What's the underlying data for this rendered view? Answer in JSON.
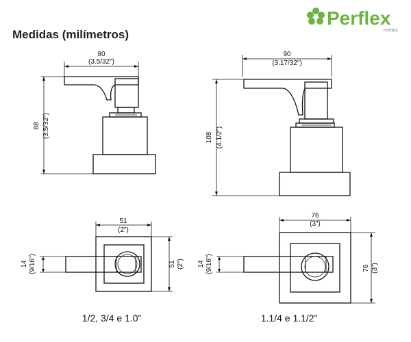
{
  "title": "Medidas (milímetros)",
  "brand": {
    "name": "Perflex",
    "sub": "metais",
    "color": "#6db33f",
    "icon": "leaf-cluster-icon"
  },
  "views": {
    "small_side": {
      "width_mm": "80",
      "width_in": "(3.5/32\")",
      "height_mm": "88",
      "height_in": "(3.5/32\")"
    },
    "large_side": {
      "width_mm": "90",
      "width_in": "(3.17/32\")",
      "height_mm": "108",
      "height_in": "(4.1/2\")"
    },
    "small_top": {
      "width_mm": "51",
      "width_in": "(2\")",
      "height_mm": "51",
      "height_in": "(2\")",
      "lever_mm": "14",
      "lever_in": "(9/16\")"
    },
    "large_top": {
      "width_mm": "76",
      "width_in": "(3\")",
      "height_mm": "76",
      "height_in": "(3\")",
      "lever_mm": "14",
      "lever_in": "(9/16\")"
    }
  },
  "captions": {
    "small": "1/2, 3/4 e 1.0”",
    "large": "1.1/4 e 1.1/2”"
  }
}
